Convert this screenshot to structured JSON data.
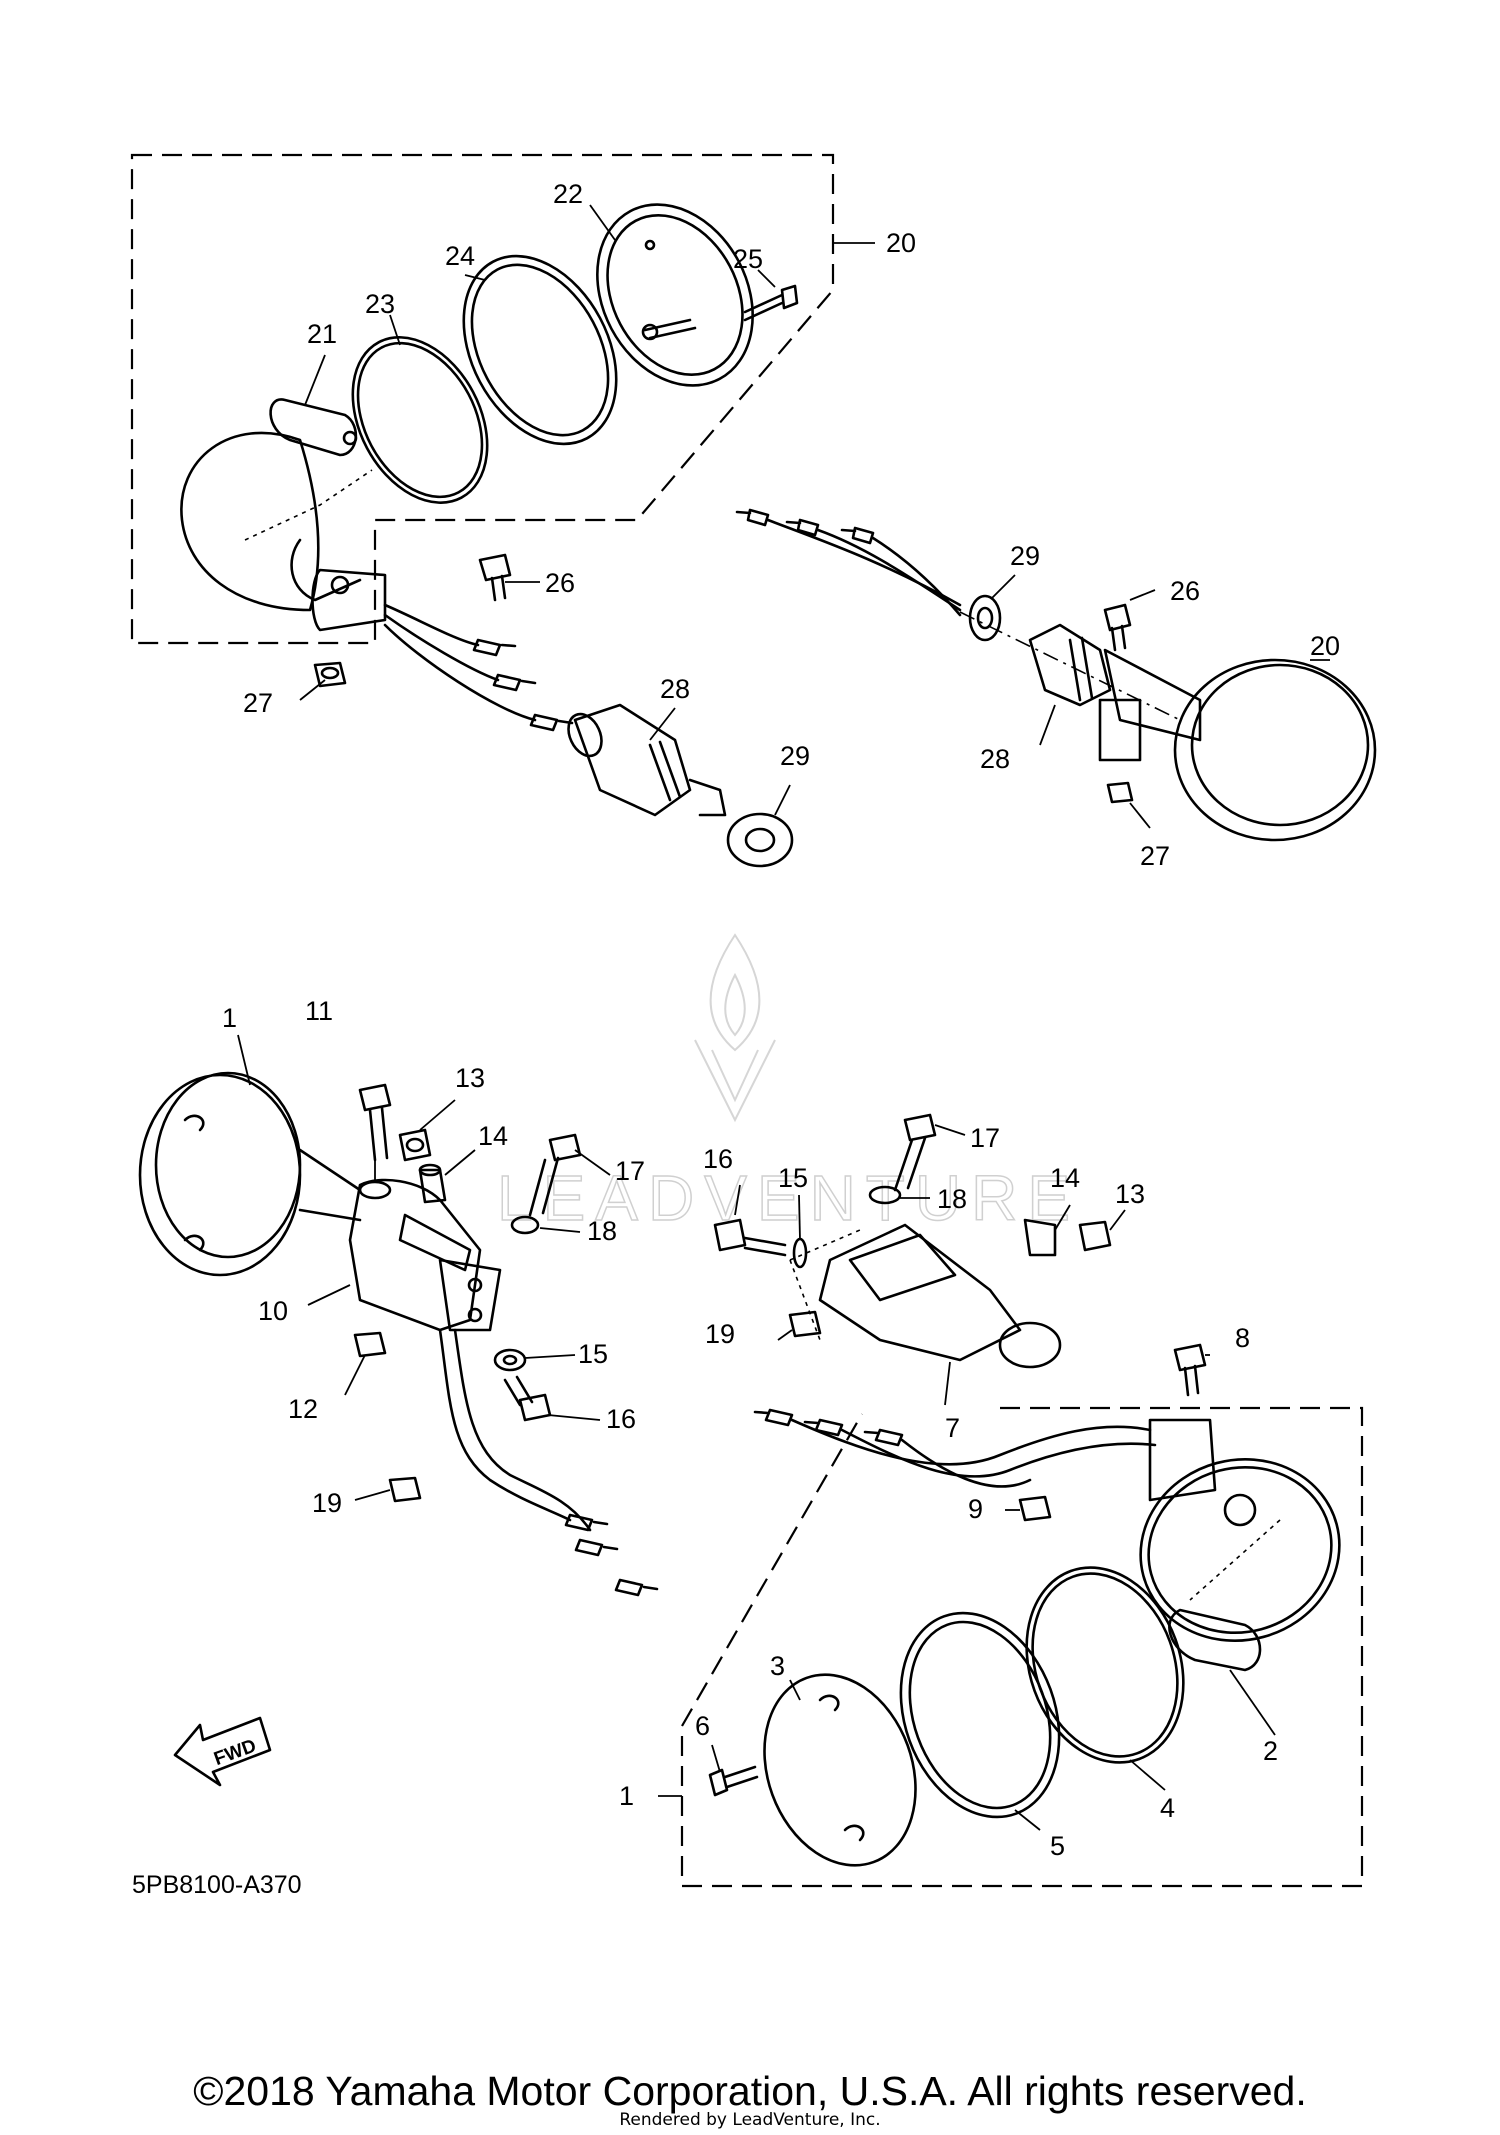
{
  "diagram": {
    "code": "5PB8100-A370",
    "fwd_label": "FWD",
    "watermark": "LEADVENTURE",
    "copyright": "©2018 Yamaha Motor Corporation, U.S.A. All rights reserved.",
    "render_credit": "Rendered by LeadVenture, Inc.",
    "callouts": {
      "c1a": "1",
      "c1b": "1",
      "c2": "2",
      "c3": "3",
      "c4": "4",
      "c5": "5",
      "c6": "6",
      "c7": "7",
      "c8": "8",
      "c9": "9",
      "c10": "10",
      "c11": "11",
      "c12": "12",
      "c13a": "13",
      "c13b": "13",
      "c14a": "14",
      "c14b": "14",
      "c15a": "15",
      "c15b": "15",
      "c16a": "16",
      "c16b": "16",
      "c17a": "17",
      "c17b": "17",
      "c18a": "18",
      "c18b": "18",
      "c19a": "19",
      "c19b": "19",
      "c20a": "20",
      "c20b": "20",
      "c21": "21",
      "c22": "22",
      "c23": "23",
      "c24": "24",
      "c25": "25",
      "c26a": "26",
      "c26b": "26",
      "c27a": "27",
      "c27b": "27",
      "c28a": "28",
      "c28b": "28",
      "c29a": "29",
      "c29b": "29"
    }
  }
}
